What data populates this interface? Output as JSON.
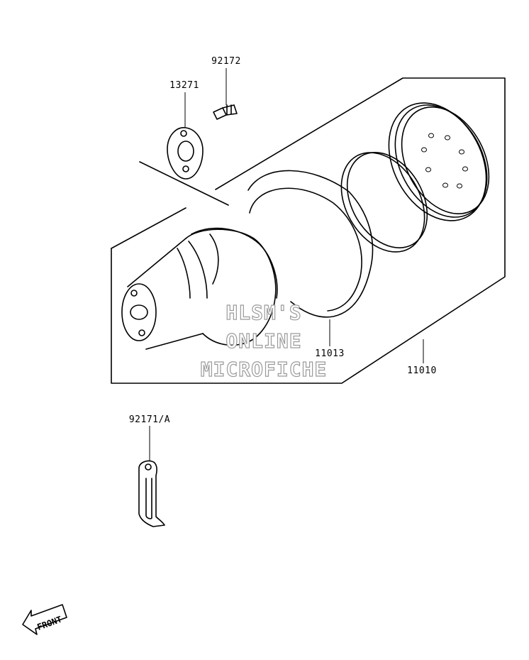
{
  "parts": [
    {
      "id": "p92172",
      "number": "92172"
    },
    {
      "id": "p13271",
      "number": "13271"
    },
    {
      "id": "p11013",
      "number": "11013"
    },
    {
      "id": "p11010",
      "number": "11010"
    },
    {
      "id": "p92171",
      "number": "92171/A"
    }
  ],
  "watermark": {
    "line1": "HLSM'S",
    "line2": "ONLINE",
    "line3": "MICROFICHE"
  },
  "front_arrow": {
    "label": "FRONT"
  }
}
